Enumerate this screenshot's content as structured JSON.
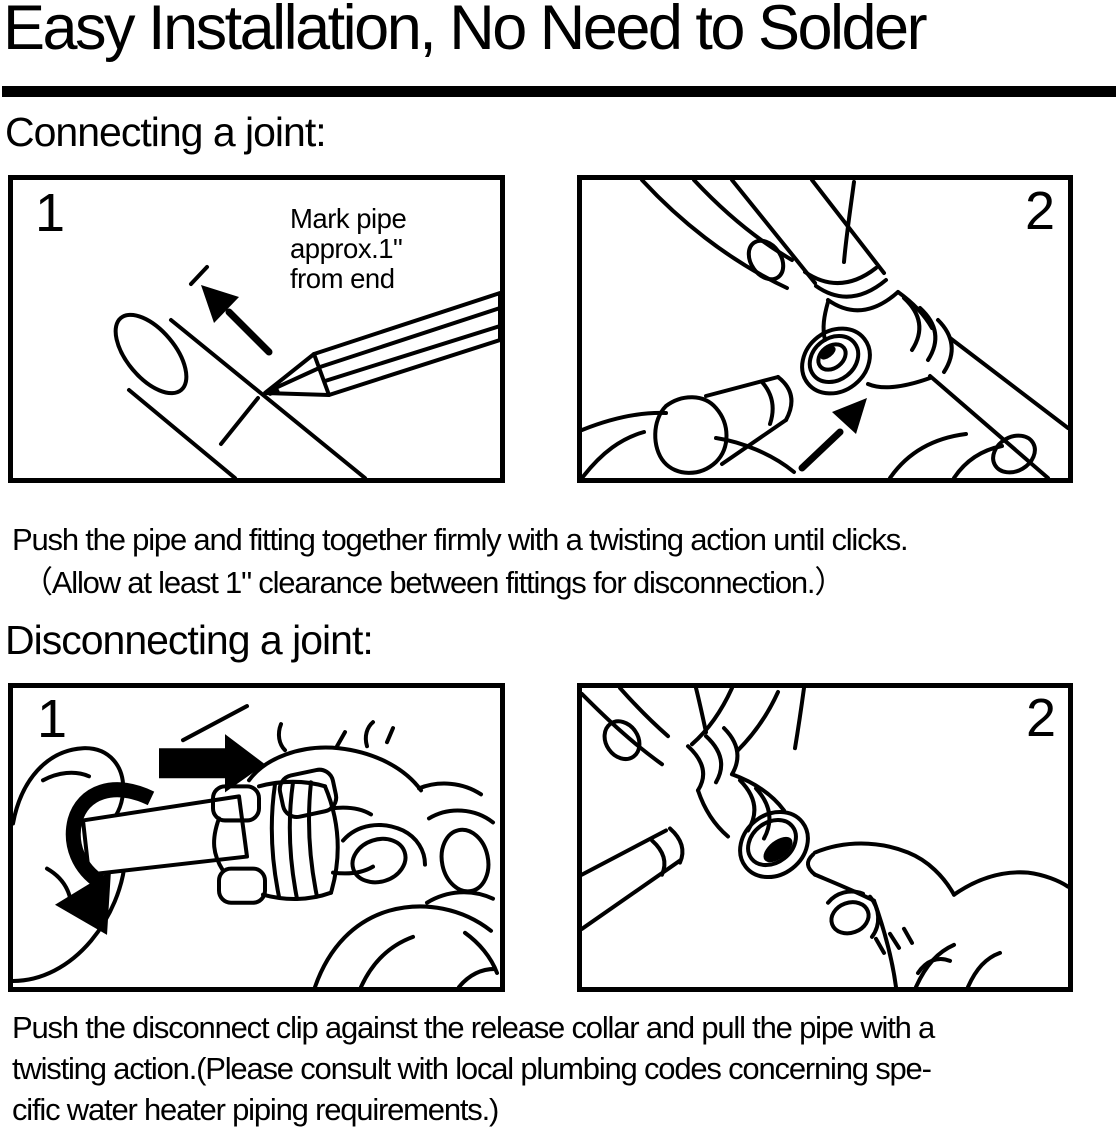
{
  "title": "Easy Installation, No Need to Solder",
  "connect": {
    "heading": "Connecting a joint:",
    "step1": {
      "number": "1",
      "note_lines": [
        "Mark pipe",
        "approx.1\"",
        "from end"
      ]
    },
    "step2": {
      "number": "2"
    },
    "caption_lines": [
      "Push the pipe and fitting together firmly with a twisting action until clicks.",
      "（Allow at least 1\" clearance between fittings for disconnection.）"
    ]
  },
  "disconnect": {
    "heading": "Disconnecting a joint:",
    "step1": {
      "number": "1"
    },
    "step2": {
      "number": "2"
    },
    "caption_lines": [
      "Push the disconnect clip against the release collar and pull the pipe with a",
      "twisting action.(Please consult with local plumbing codes concerning spe-",
      "cific water heater piping requirements.)"
    ]
  },
  "colors": {
    "ink": "#000000",
    "paper": "#ffffff"
  }
}
